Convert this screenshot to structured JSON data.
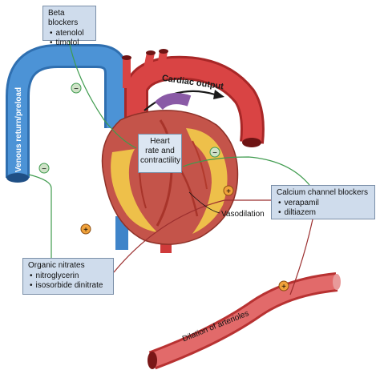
{
  "beta_blockers": {
    "title": "Beta blockers",
    "drugs": [
      "atenolol",
      "timolol"
    ]
  },
  "calcium_channel_blockers": {
    "title": "Calcium channel blockers",
    "drugs": [
      "verapamil",
      "diltiazem"
    ]
  },
  "organic_nitrates": {
    "title": "Organic nitrates",
    "drugs": [
      "nitroglycerin",
      "isosorbide dinitrate"
    ]
  },
  "heart_box": {
    "lines": [
      "Heart",
      "rate and",
      "contractility"
    ]
  },
  "labels": {
    "venous_return": "Venous return/preload",
    "cardiac_output": "Cardiac output",
    "vasodilation": "Vasodilation",
    "dilation_arterioles": "Dilation of arterioles"
  },
  "signs": {
    "minus": "−",
    "plus": "+"
  },
  "colors": {
    "vein_blue": "#3f84c9",
    "artery_red": "#cf3a3a",
    "heart_muscle": "#c8584a",
    "fat_yellow": "#f0c64a",
    "line_green": "#3f9b4e",
    "line_red": "#9b2e2e",
    "box_fill": "#cfdcec",
    "circle_minus": "#cfe2c7",
    "circle_plus": "#f0a23b"
  }
}
